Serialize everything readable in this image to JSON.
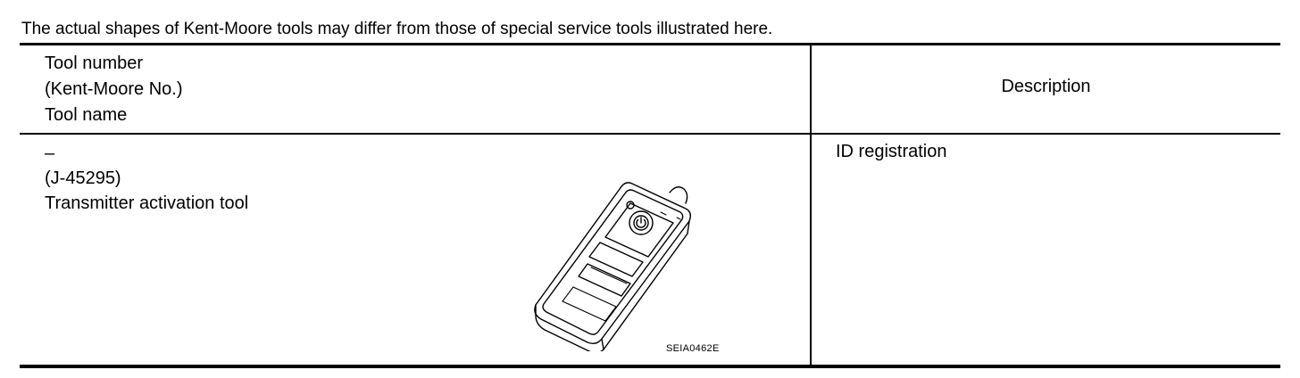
{
  "note": "The actual shapes of Kent-Moore tools may differ from those of special service tools illustrated here.",
  "header": {
    "tool_lines": [
      "Tool number",
      "(Kent-Moore No.)",
      "Tool name"
    ],
    "description": "Description"
  },
  "rows": [
    {
      "tool_lines": [
        "–",
        "(J-45295)",
        "Transmitter activation tool"
      ],
      "figure_code": "SEIA0462E",
      "figure_icon": "transmitter-activation-tool-illustration",
      "description": "ID registration"
    }
  ]
}
